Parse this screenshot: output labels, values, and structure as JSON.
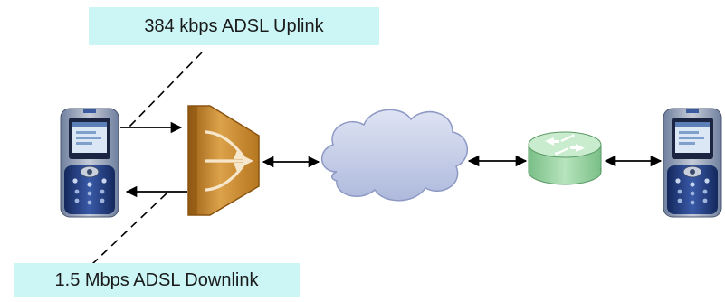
{
  "diagram": {
    "uplink_label": "384 kbps ADSL Uplink",
    "downlink_label": "1.5 Mbps ADSL Downlink",
    "nodes": [
      {
        "id": "left-test-device",
        "icon": "handheld-tester-icon"
      },
      {
        "id": "dslam",
        "icon": "dslam-multiplexer-icon"
      },
      {
        "id": "network-cloud",
        "icon": "cloud-icon"
      },
      {
        "id": "router",
        "icon": "router-icon"
      },
      {
        "id": "right-test-device",
        "icon": "handheld-tester-icon"
      }
    ],
    "colors": {
      "label_background": "#ccf6f6",
      "dslam_orange": "#c98a2e",
      "cloud_fill": "#c4cde8",
      "router_green": "#9fd6a8",
      "device_blue": "#3a4a8c"
    }
  }
}
